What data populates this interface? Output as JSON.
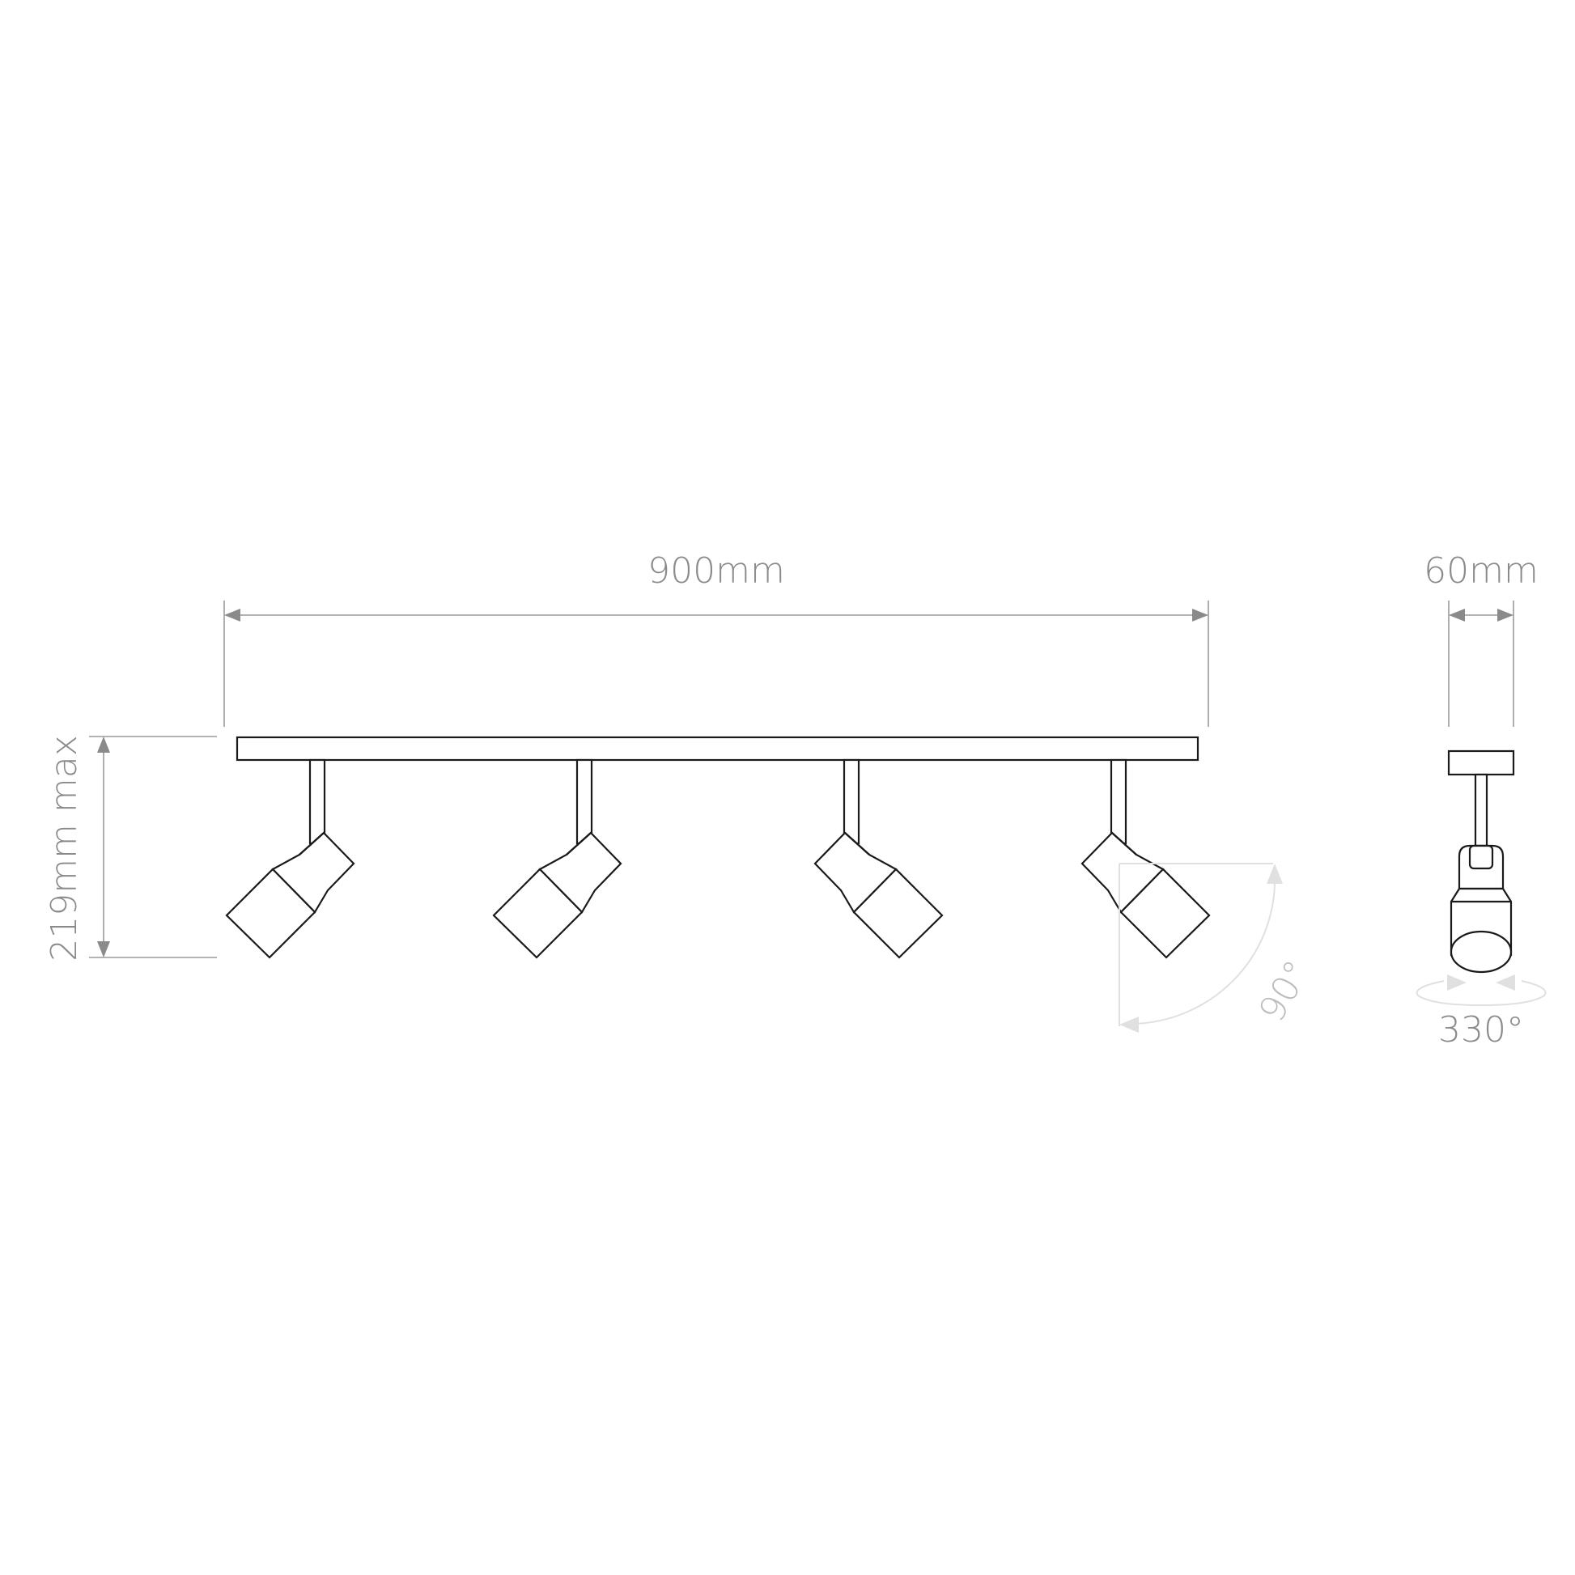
{
  "dimensions": {
    "length": "900mm",
    "height": "219mm max",
    "depth": "60mm",
    "tilt": "90°",
    "rotation": "330°"
  },
  "spotlights": [
    {
      "name": "spotlight-1",
      "orientation": "left"
    },
    {
      "name": "spotlight-2",
      "orientation": "left"
    },
    {
      "name": "spotlight-3",
      "orientation": "right"
    },
    {
      "name": "spotlight-4",
      "orientation": "right"
    }
  ]
}
